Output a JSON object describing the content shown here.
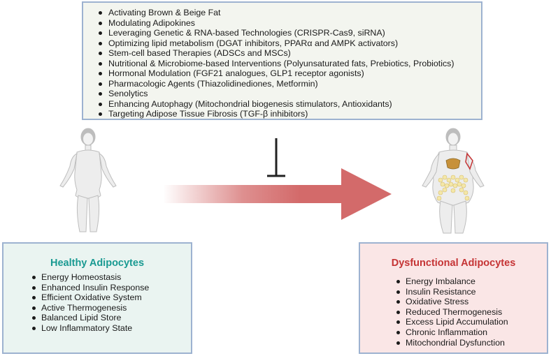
{
  "therapies": {
    "items": [
      "Activating Brown & Beige Fat",
      "Modulating Adipokines",
      "Leveraging Genetic & RNA-based Technologies (CRISPR-Cas9, siRNA)",
      "Optimizing lipid metabolism (DGAT inhibitors, PPARα and AMPK activators)",
      "Stem-cell based Therapies (ADSCs and MSCs)",
      "Nutritional & Microbiome-based Interventions (Polyunsaturated fats, Prebiotics, Probiotics)",
      "Hormonal Modulation (FGF21 analogues, GLP1 receptor agonists)",
      "Pharmacologic Agents (Thiazolidinediones, Metformin)",
      "Senolytics",
      "Enhancing Autophagy (Mitochondrial biogenesis stimulators, Antioxidants)",
      "Targeting Adipose Tissue Fibrosis (TGF-β inhibitors)"
    ]
  },
  "healthy": {
    "title": "Healthy Adipocytes",
    "items": [
      "Energy Homeostasis",
      "Enhanced Insulin Response",
      "Efficient Oxidative System",
      "Active Thermogenesis",
      "Balanced Lipid Store",
      "Low Inflammatory State"
    ]
  },
  "dysfunctional": {
    "title": "Dysfunctional Adipocytes",
    "items": [
      "Energy Imbalance",
      "Insulin Resistance",
      "Oxidative Stress",
      "Reduced Thermogenesis",
      "Excess Lipid Accumulation",
      "Chronic Inflammation",
      "Mitochondrial Dysfunction"
    ]
  },
  "colors": {
    "healthy_title": "#1a9a92",
    "dysfunctional_title": "#c53435",
    "arrow": "#d36a6a",
    "box_border": "#9db2d0"
  }
}
